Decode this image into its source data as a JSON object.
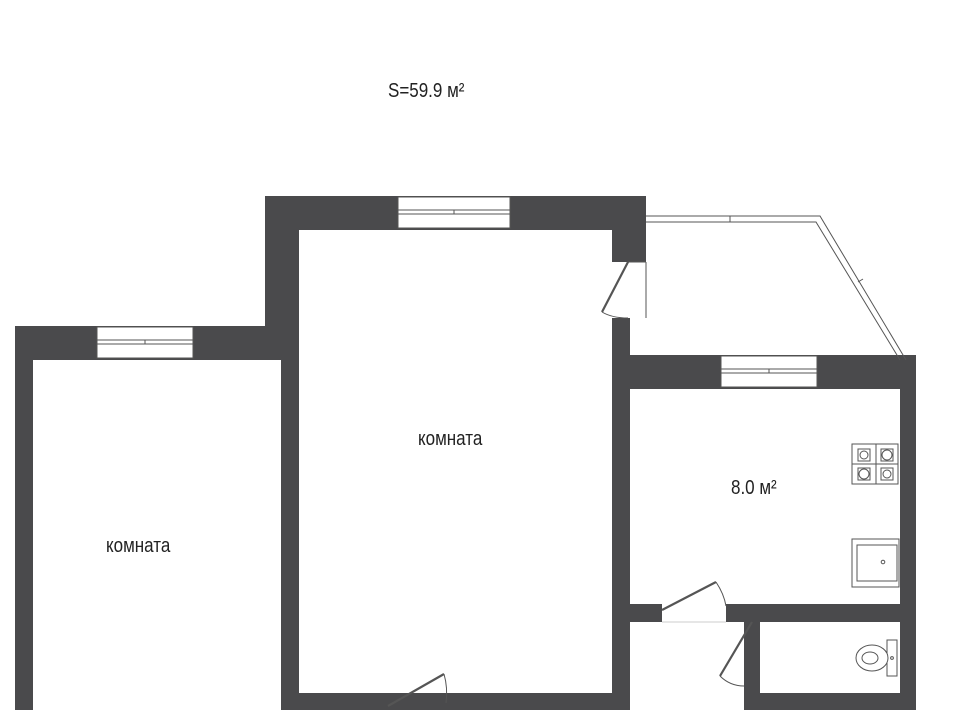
{
  "plan": {
    "total_area": "S=59.9 м²",
    "rooms": [
      {
        "label": "комната"
      },
      {
        "label": "комната"
      },
      {
        "label": "8.0 м²"
      }
    ],
    "colors": {
      "wall": "#4a4a4c",
      "floor": "#ffffff",
      "line": "#555555"
    }
  }
}
